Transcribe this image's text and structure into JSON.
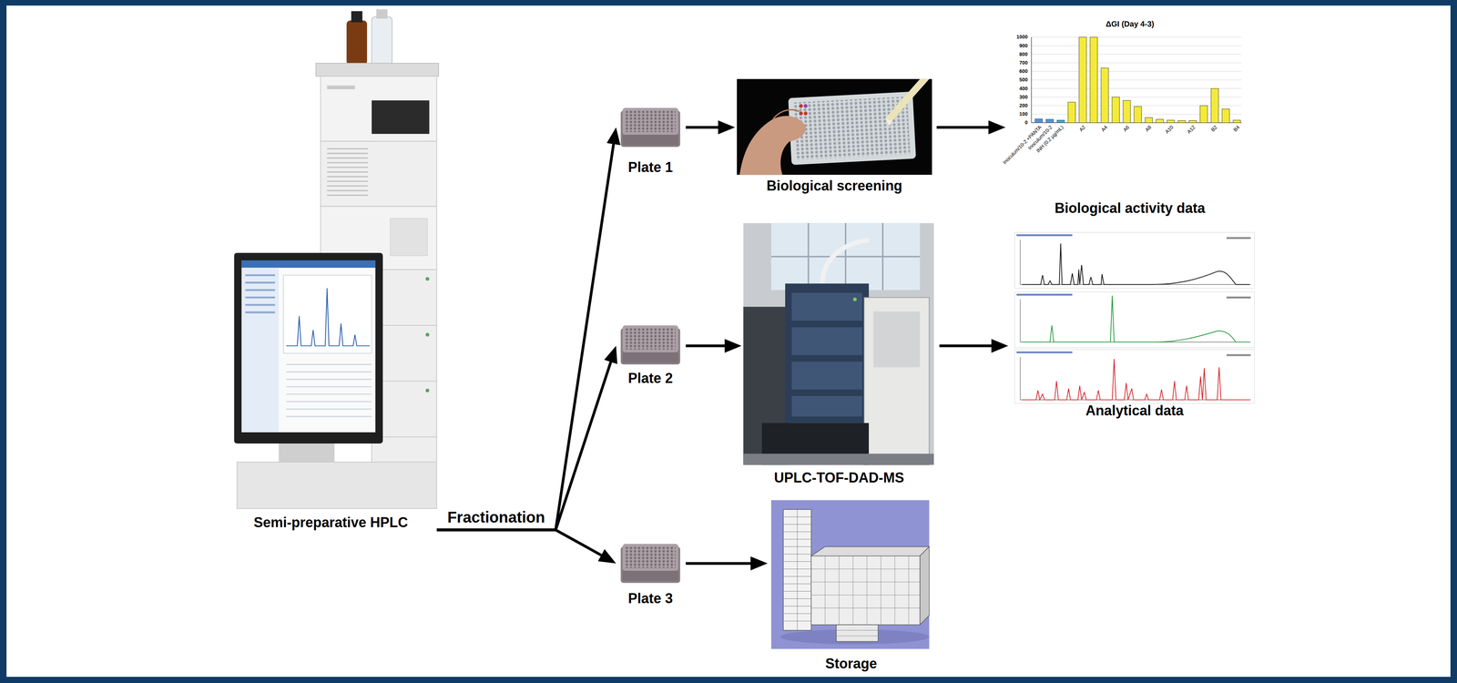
{
  "diagram": {
    "nodes": [
      {
        "text": [
          "Semi-preparative HPLC"
        ]
      },
      {
        "text": [
          "Plate 1"
        ]
      },
      {
        "text": [
          "Plate 2"
        ]
      },
      {
        "text": [
          "Plate 3"
        ]
      },
      {
        "text": [
          "Biological screening"
        ]
      },
      {
        "text": [
          "Biological activity data"
        ]
      },
      {
        "text": [
          "UPLC-TOF-DAD-MS"
        ]
      },
      {
        "text": [
          "Analytical data"
        ]
      },
      {
        "text": [
          "Storage"
        ]
      }
    ],
    "edges": [
      {
        "from": 0,
        "to": 1,
        "arrow": "to",
        "label": "Fractionation"
      },
      {
        "from": 0,
        "to": 2,
        "arrow": "to"
      },
      {
        "from": 0,
        "to": 3,
        "arrow": "to"
      },
      {
        "from": 1,
        "to": 4,
        "arrow": "to"
      },
      {
        "from": 4,
        "to": 5,
        "arrow": "to"
      },
      {
        "from": 2,
        "to": 6,
        "arrow": "to"
      },
      {
        "from": 6,
        "to": 7,
        "arrow": "to"
      },
      {
        "from": 3,
        "to": 8,
        "arrow": "to"
      }
    ],
    "labels": [
      "ΔGI (Day 4-3)",
      "1000",
      "900",
      "800",
      "700",
      "600",
      "500",
      "400",
      "300",
      "200",
      "100",
      "0",
      "Inoculum/10-2 +PANTA",
      "Inoculum/10-2",
      "INH (0.2 µg/mL)",
      "A2",
      "A4",
      "A6",
      "A8",
      "A10",
      "A12",
      "B2",
      "B4"
    ]
  }
}
